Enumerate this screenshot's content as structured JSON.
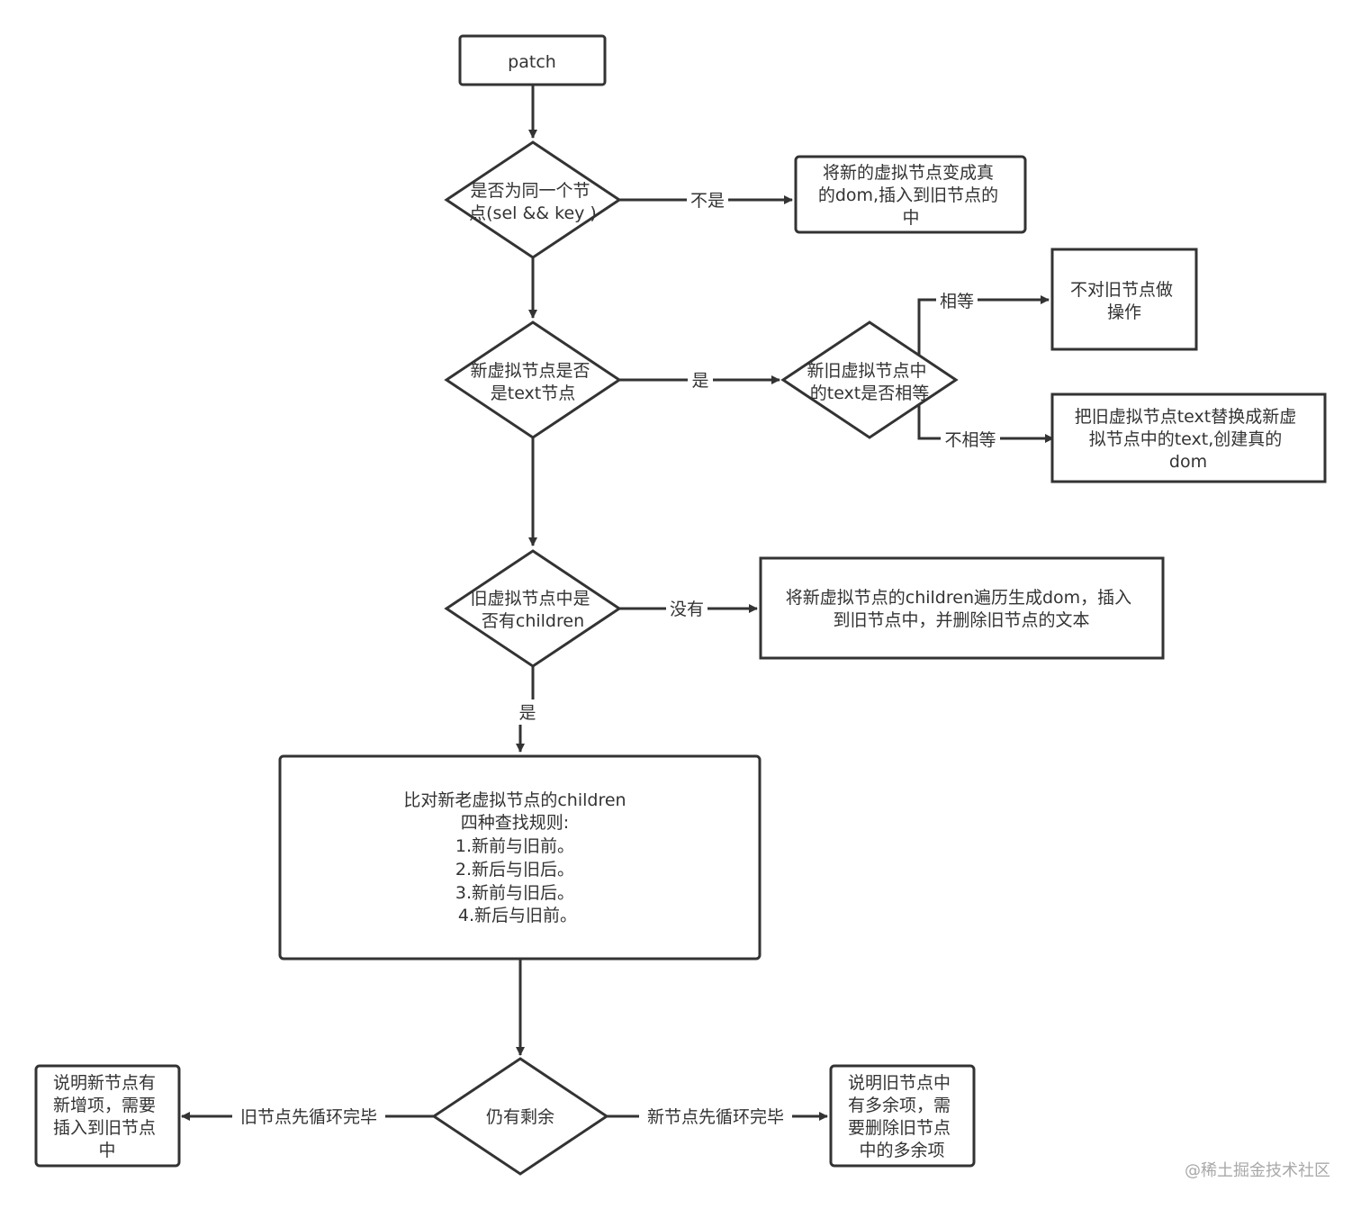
{
  "colors": {
    "stroke": "#333333",
    "text": "#333333",
    "background": "#ffffff",
    "watermark": "#a8a8a8"
  },
  "nodes": {
    "patch": "patch",
    "same_node_q": [
      "是否为同一个节",
      "点(sel && key )"
    ],
    "replace_dom": [
      "将新的虚拟节点变成真",
      "的dom,插入到旧节点的",
      "中"
    ],
    "text_node_q": [
      "新虚拟节点是否",
      "是text节点"
    ],
    "text_equal_q": [
      "新旧虚拟节点中",
      "的text是否相等"
    ],
    "no_op": [
      "不对旧节点做",
      "操作"
    ],
    "replace_text": [
      "把旧虚拟节点text替换成新虚",
      "拟节点中的text,创建真的",
      "dom"
    ],
    "has_children_q": [
      "旧虚拟节点中是",
      "否有children"
    ],
    "insert_children": [
      "将新虚拟节点的children遍历生成dom，插入",
      "到旧节点中，并删除旧节点的文本"
    ],
    "compare_children": [
      "比对新老虚拟节点的children",
      "四种查找规则:",
      "1.新前与旧前。",
      "2.新后与旧后。",
      "3.新前与旧后。",
      "4.新后与旧前。"
    ],
    "remaining_q": "仍有剩余",
    "add_new": [
      "说明新节点有",
      "新增项，需要",
      "插入到旧节点",
      "中"
    ],
    "remove_old": [
      "说明旧节点中",
      "有多余项，需",
      "要删除旧节点",
      "中的多余项"
    ]
  },
  "edges": {
    "not_same": "不是",
    "is_text": "是",
    "equal": "相等",
    "not_equal": "不相等",
    "no_children": "没有",
    "has_children": "是",
    "old_first": "旧节点先循环完毕",
    "new_first": "新节点先循环完毕"
  },
  "watermark": "@稀土掘金技术社区"
}
